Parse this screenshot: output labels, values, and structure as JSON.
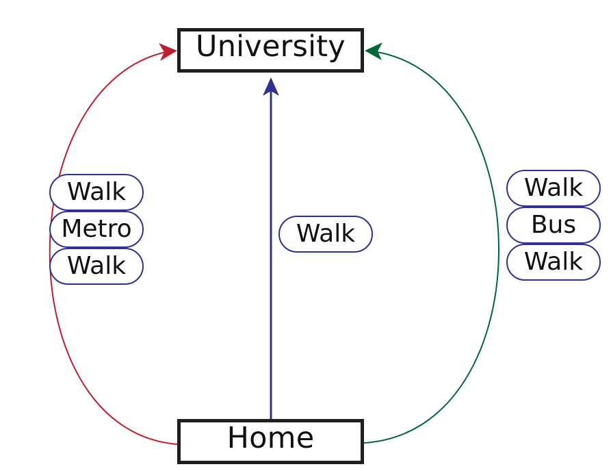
{
  "nodes": {
    "destination": "University",
    "origin": "Home"
  },
  "routes": {
    "left": {
      "color": "#be1e2d",
      "segments": [
        "Walk",
        "Metro",
        "Walk"
      ]
    },
    "center": {
      "color": "#2e3192",
      "segments": [
        "Walk"
      ]
    },
    "right": {
      "color": "#006838",
      "segments": [
        "Walk",
        "Bus",
        "Walk"
      ]
    }
  },
  "pill_border_color": "#2e3192"
}
